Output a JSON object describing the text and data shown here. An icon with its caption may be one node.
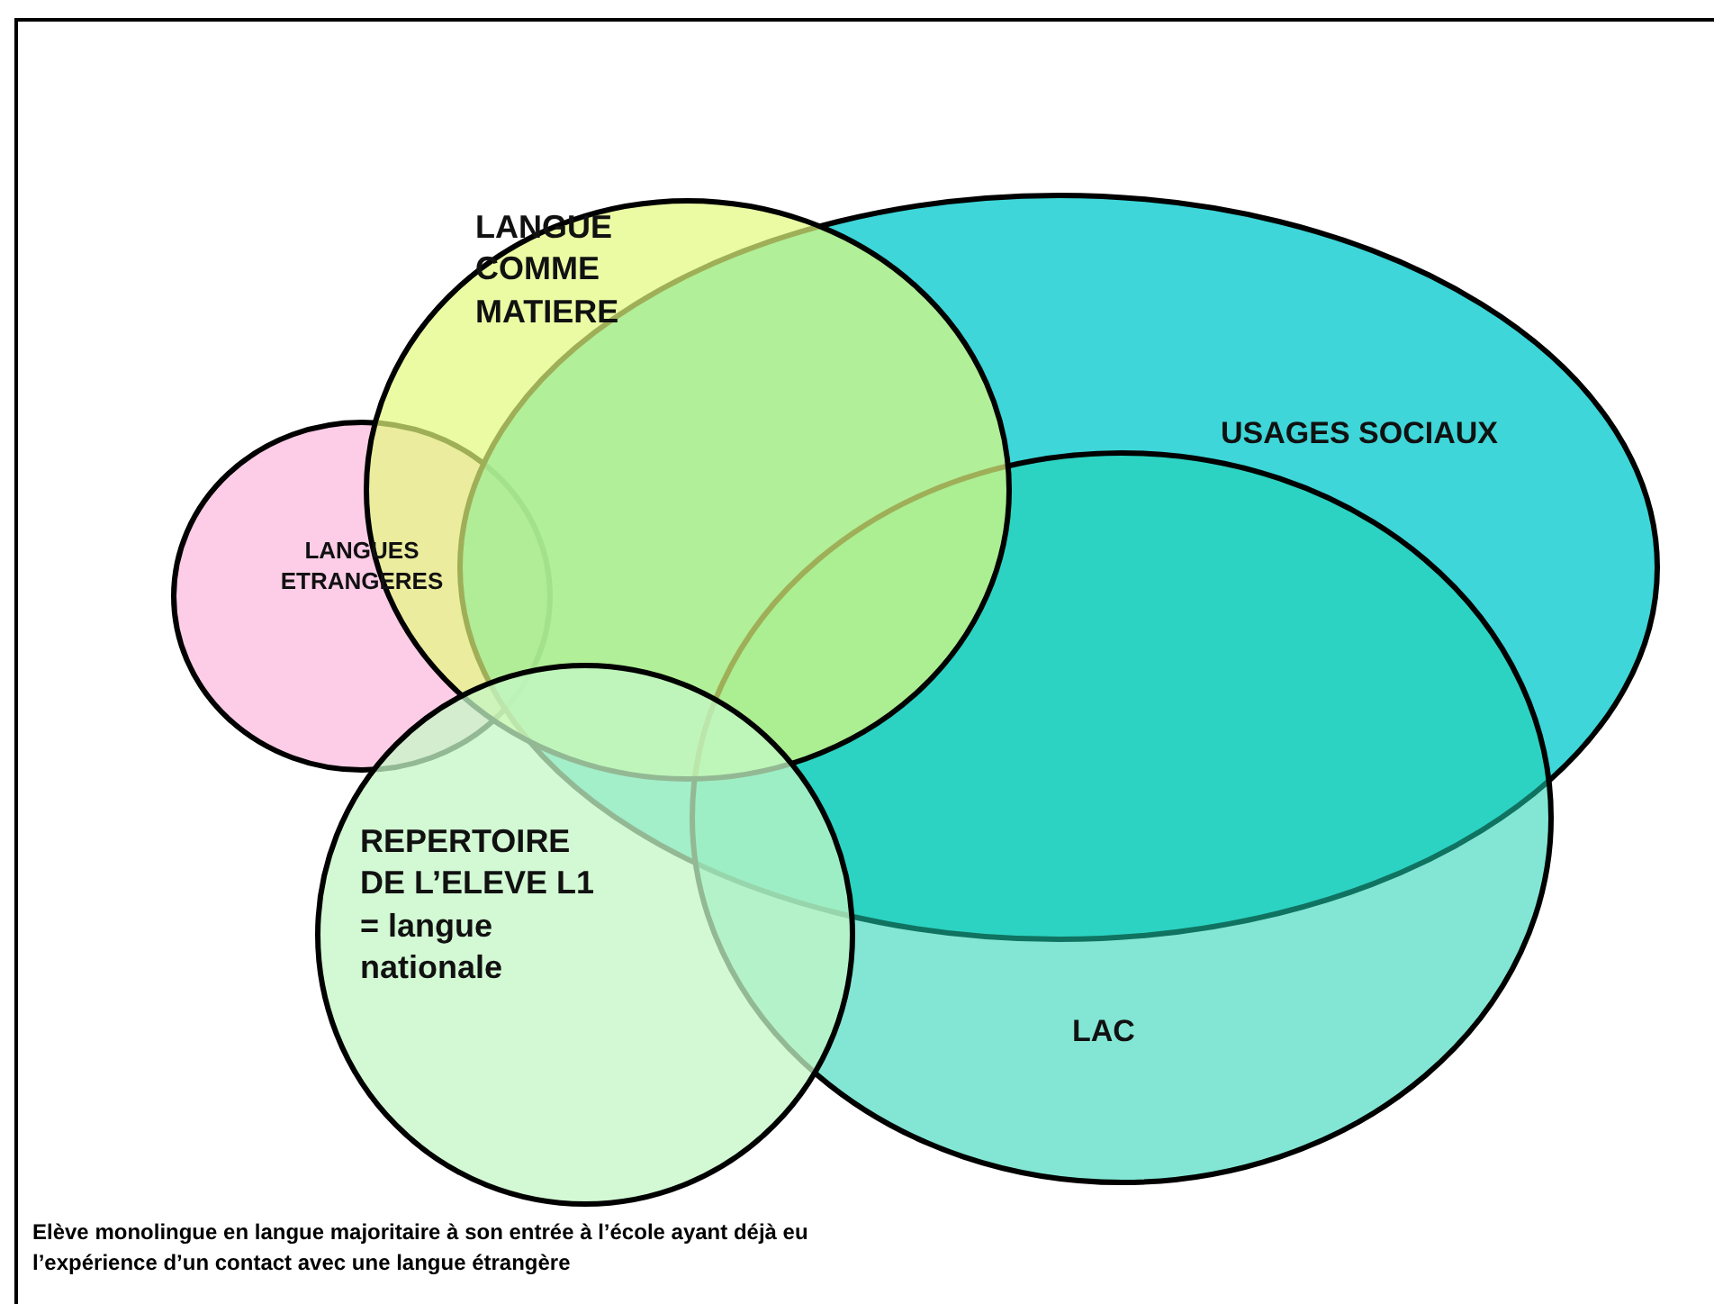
{
  "diagram": {
    "caption": "Elève monolingue en langue majoritaire à son entrée à l’école ayant déjà eu l’expérience d’un contact avec une langue étrangère",
    "nodes": [
      {
        "text": [
          "LANGUE COMME MATIERE"
        ]
      },
      {
        "text": [
          "USAGES SOCIAUX"
        ]
      },
      {
        "text": [
          "LANGUES ETRANGERES"
        ]
      },
      {
        "text": [
          "REPERTOIRE DE L’ELEVE L1 = langue nationale"
        ]
      },
      {
        "text": [
          "LAC"
        ]
      }
    ],
    "edges": []
  }
}
